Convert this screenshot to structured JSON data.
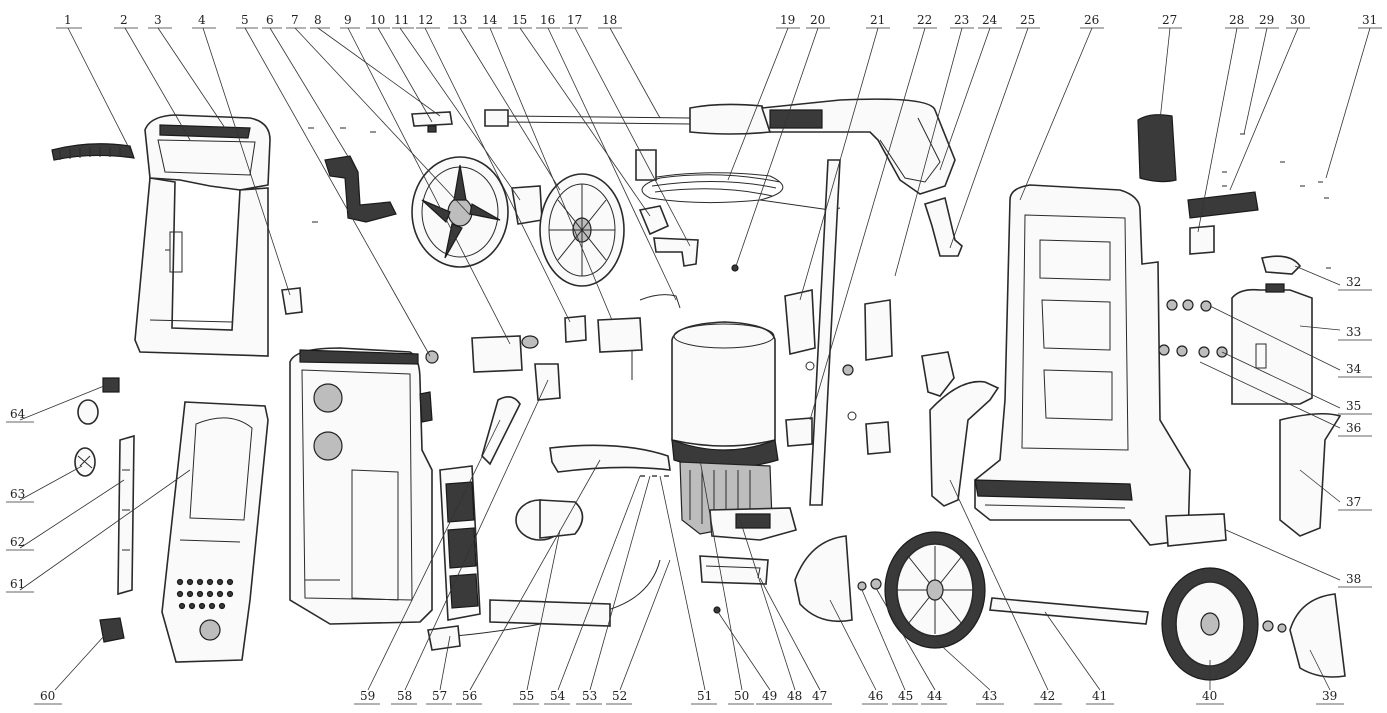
{
  "diagram": {
    "callouts_top": [
      "1",
      "2",
      "3",
      "4",
      "5",
      "6",
      "7",
      "8",
      "9",
      "10",
      "11",
      "12",
      "13",
      "14",
      "15",
      "16",
      "17",
      "18",
      "19",
      "20",
      "21",
      "22",
      "23",
      "24",
      "25",
      "26",
      "27",
      "28",
      "29",
      "30",
      "31"
    ],
    "callouts_right": [
      "32",
      "33",
      "34",
      "35",
      "36",
      "37",
      "38"
    ],
    "callouts_bottom": [
      "39",
      "40",
      "41",
      "42",
      "43",
      "44",
      "45",
      "46",
      "47",
      "48",
      "49",
      "50",
      "51",
      "52",
      "53",
      "54",
      "55",
      "56",
      "57",
      "58",
      "59",
      "60"
    ],
    "callouts_left": [
      "61",
      "62",
      "63",
      "64"
    ]
  }
}
